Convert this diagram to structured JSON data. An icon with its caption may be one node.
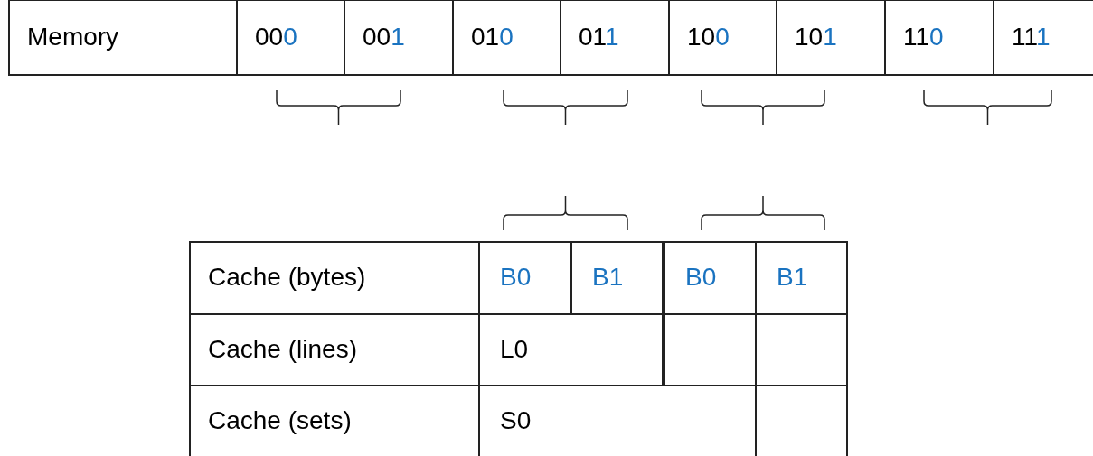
{
  "diagram": {
    "labels": [
      "Memory",
      "000",
      "001",
      "010",
      "011",
      "100",
      "101",
      "110",
      "111",
      "Cache (bytes)",
      "B0",
      "B1",
      "B0",
      "B1",
      "Cache (lines)",
      "L0",
      "Cache (sets)",
      "S0"
    ]
  }
}
